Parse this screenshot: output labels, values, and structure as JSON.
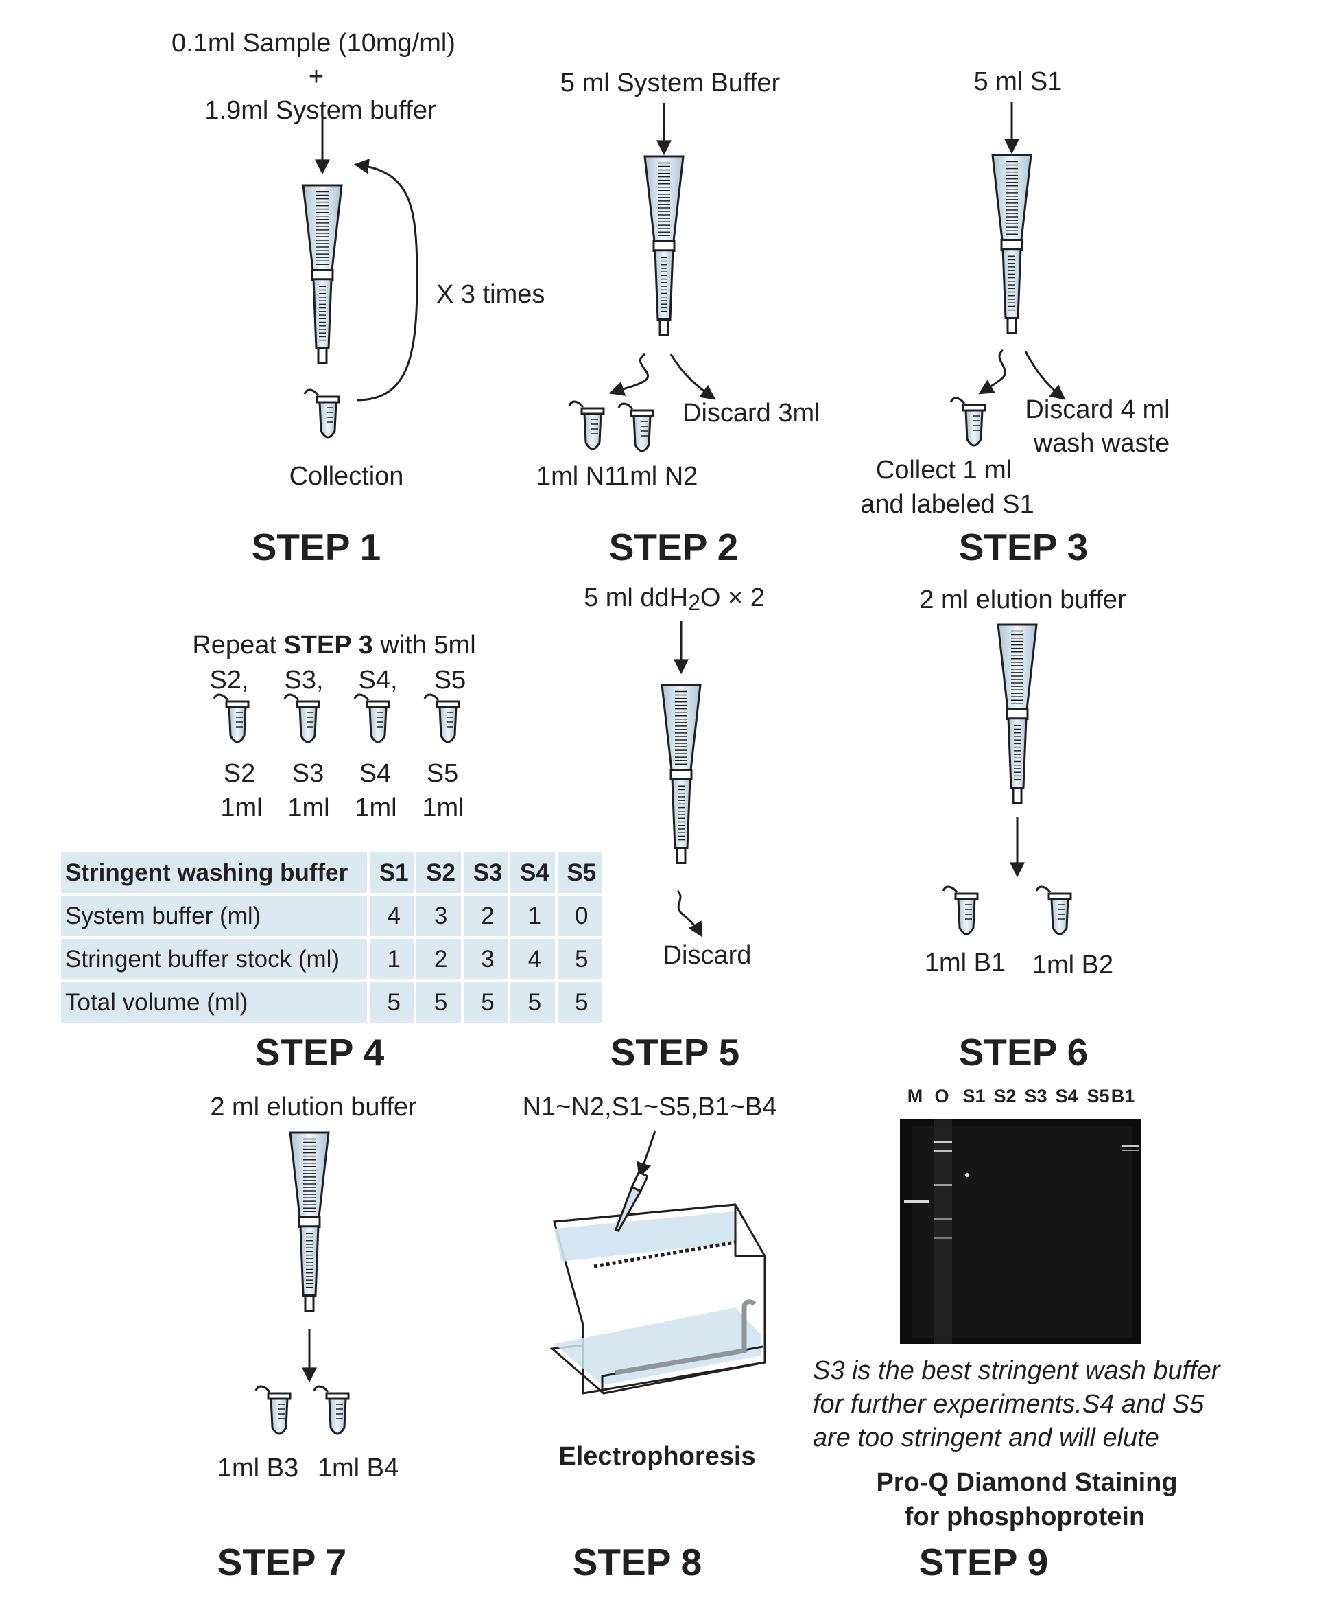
{
  "step1": {
    "input_line1": "0.1ml Sample (10mg/ml)",
    "input_plus": "+",
    "input_line2": "1.9ml System buffer",
    "repeat": "X 3 times",
    "collection": "Collection",
    "label": "STEP 1"
  },
  "step2": {
    "input": "5 ml System Buffer",
    "discard": "Discard 3ml",
    "tube1": "1ml N1",
    "tube2": "1ml N2",
    "label": "STEP 2"
  },
  "step3": {
    "input": "5 ml S1",
    "discard_line1": "Discard 4 ml",
    "discard_line2": "wash waste",
    "collect_line1": "Collect 1 ml",
    "collect_line2": "and labeled S1",
    "label": "STEP 3"
  },
  "step4": {
    "repeat_pre": "Repeat ",
    "repeat_bold": "STEP 3",
    "repeat_post": " with 5ml",
    "solutions": [
      "S2,",
      "S3,",
      "S4,",
      "S5"
    ],
    "tubes": [
      {
        "name": "S2",
        "vol": "1ml"
      },
      {
        "name": "S3",
        "vol": "1ml"
      },
      {
        "name": "S4",
        "vol": "1ml"
      },
      {
        "name": "S5",
        "vol": "1ml"
      }
    ],
    "table": {
      "header": [
        "Stringent washing buffer",
        "S1",
        "S2",
        "S3",
        "S4",
        "S5"
      ],
      "rows": [
        [
          "System buffer (ml)",
          "4",
          "3",
          "2",
          "1",
          "0"
        ],
        [
          "Stringent buffer stock (ml)",
          "1",
          "2",
          "3",
          "4",
          "5"
        ],
        [
          "Total volume (ml)",
          "5",
          "5",
          "5",
          "5",
          "5"
        ]
      ]
    },
    "label": "STEP 4"
  },
  "step5": {
    "input_pre": "5 ml ddH",
    "input_sub": "2",
    "input_post": "O × 2",
    "discard": "Discard",
    "label": "STEP 5"
  },
  "step6": {
    "input": "2 ml elution buffer",
    "tube1": "1ml B1",
    "tube2": "1ml B2",
    "label": "STEP 6"
  },
  "step7": {
    "input": "2 ml elution buffer",
    "tube1": "1ml B3",
    "tube2": "1ml B4",
    "label": "STEP 7"
  },
  "step8": {
    "samples": "N1~N2,S1~S5,B1~B4",
    "caption": "Electrophoresis",
    "label": "STEP 8"
  },
  "step9": {
    "lanes": [
      "M",
      "O",
      "S1",
      "S2",
      "S3",
      "S4",
      "S5",
      "B1"
    ],
    "note_line1": "S3 is the best stringent wash buffer",
    "note_line2": "for further experiments.S4 and S5",
    "note_line3": "are too stringent and will elute",
    "stain_line1": "Pro-Q Diamond Staining",
    "stain_line2": "for phosphoprotein",
    "label": "STEP 9"
  },
  "colors": {
    "ink": "#231f20",
    "liquid": "#cfe3f0",
    "table_bg": "#dbeaf1",
    "gel_bg": "#111111"
  }
}
